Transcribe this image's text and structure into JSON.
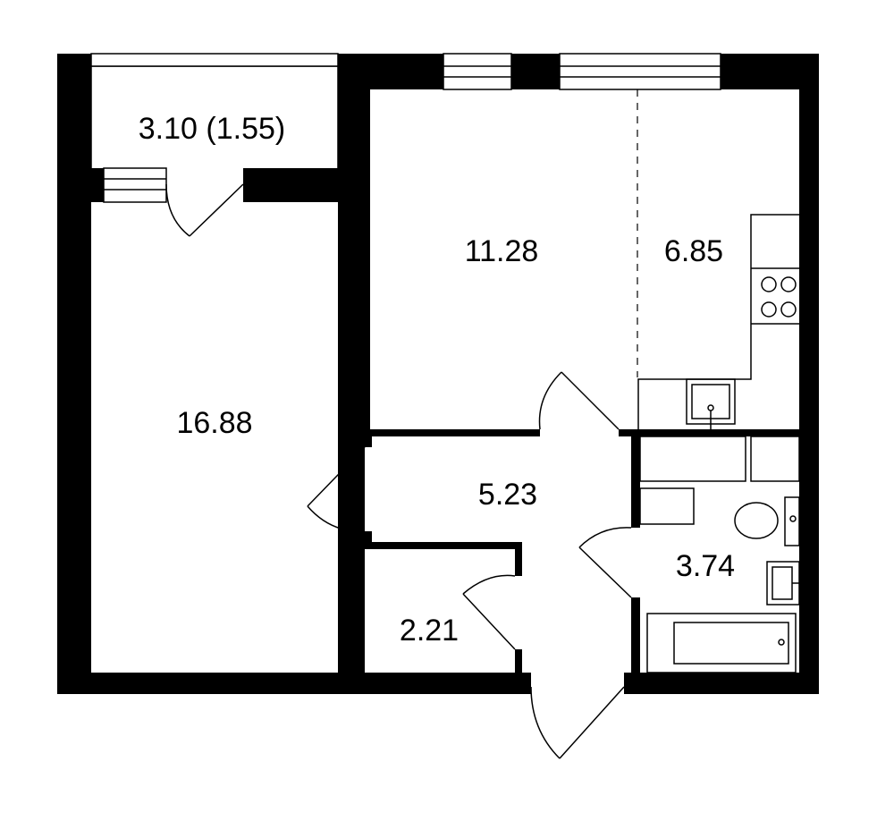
{
  "rooms": {
    "balcony": "3.10 (1.55)",
    "living_room": "16.88",
    "bedroom": "11.28",
    "kitchen": "6.85",
    "hallway": "5.23",
    "storage": "2.21",
    "bathroom": "3.74"
  },
  "colors": {
    "walls": "#000000",
    "background": "#ffffff"
  }
}
